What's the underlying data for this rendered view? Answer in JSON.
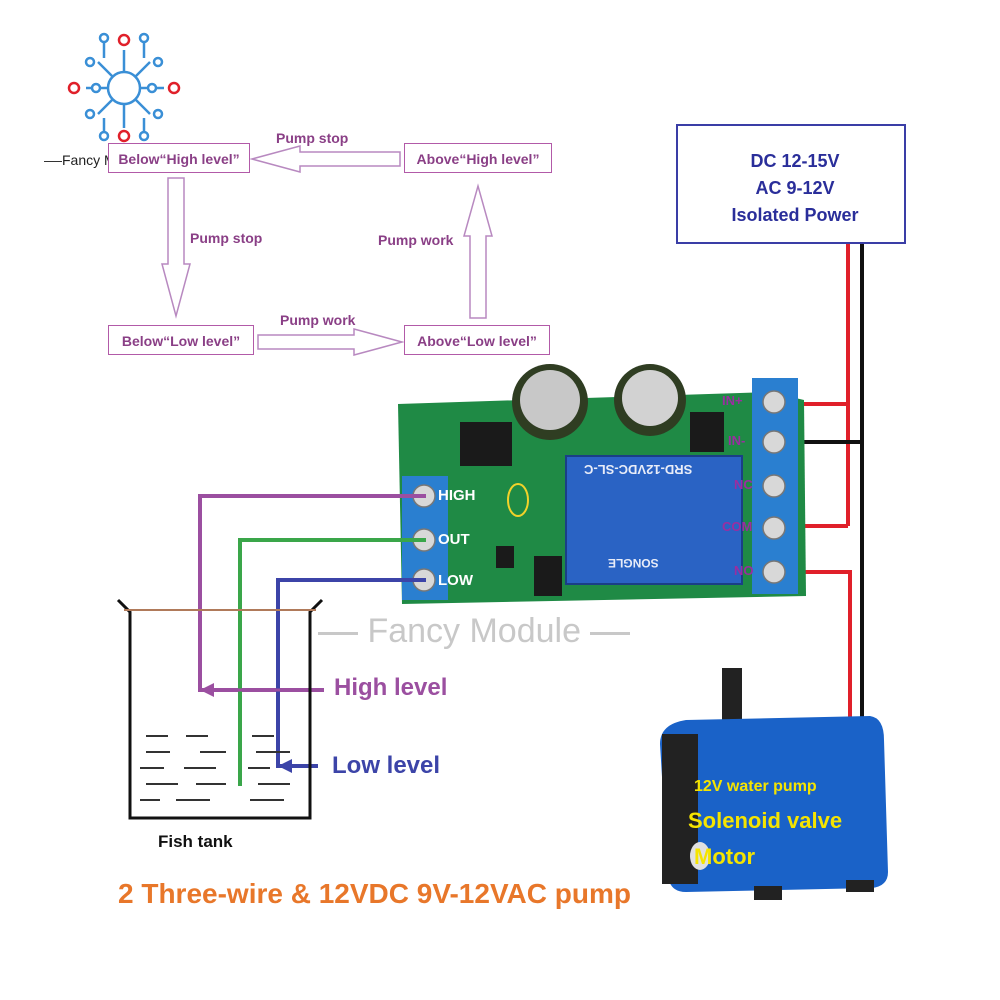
{
  "brand": {
    "name": "Fancy Module",
    "watermark": "Fancy Module"
  },
  "flow": {
    "below_high": "Below“High level”",
    "above_high": "Above“High level”",
    "below_low": "Below“Low level”",
    "above_low": "Above“Low level”",
    "pump_stop_top": "Pump stop",
    "pump_stop_left": "Pump stop",
    "pump_work_right": "Pump work",
    "pump_work_bottom": "Pump work"
  },
  "power": {
    "line1": "DC 12-15V",
    "line2": "AC 9-12V",
    "line3": "Isolated Power"
  },
  "terminals": {
    "left": [
      "HIGH",
      "OUT",
      "LOW"
    ],
    "right": [
      "IN+",
      "IN-",
      "NC",
      "COM",
      "NO"
    ]
  },
  "relay": {
    "model": "SRD-12VDC-SL-C",
    "brand": "SONGLE"
  },
  "tank": {
    "label": "Fish tank",
    "high_level": "High level",
    "low_level": "Low level"
  },
  "pump": {
    "line1": "12V water pump",
    "line2": "Solenoid valve",
    "line3": "Motor"
  },
  "caption": "2 Three-wire & 12VDC 9V-12VAC pump",
  "colors": {
    "high_wire": "#9b4fa0",
    "out_wire": "#3aa64a",
    "low_wire": "#3c44a8",
    "power_red": "#e0202a",
    "power_black": "#111111",
    "caption": "#e8772a",
    "pump_text": "#f5e400",
    "pcb": "#1f8a45",
    "terminal": "#2a7fd0"
  }
}
